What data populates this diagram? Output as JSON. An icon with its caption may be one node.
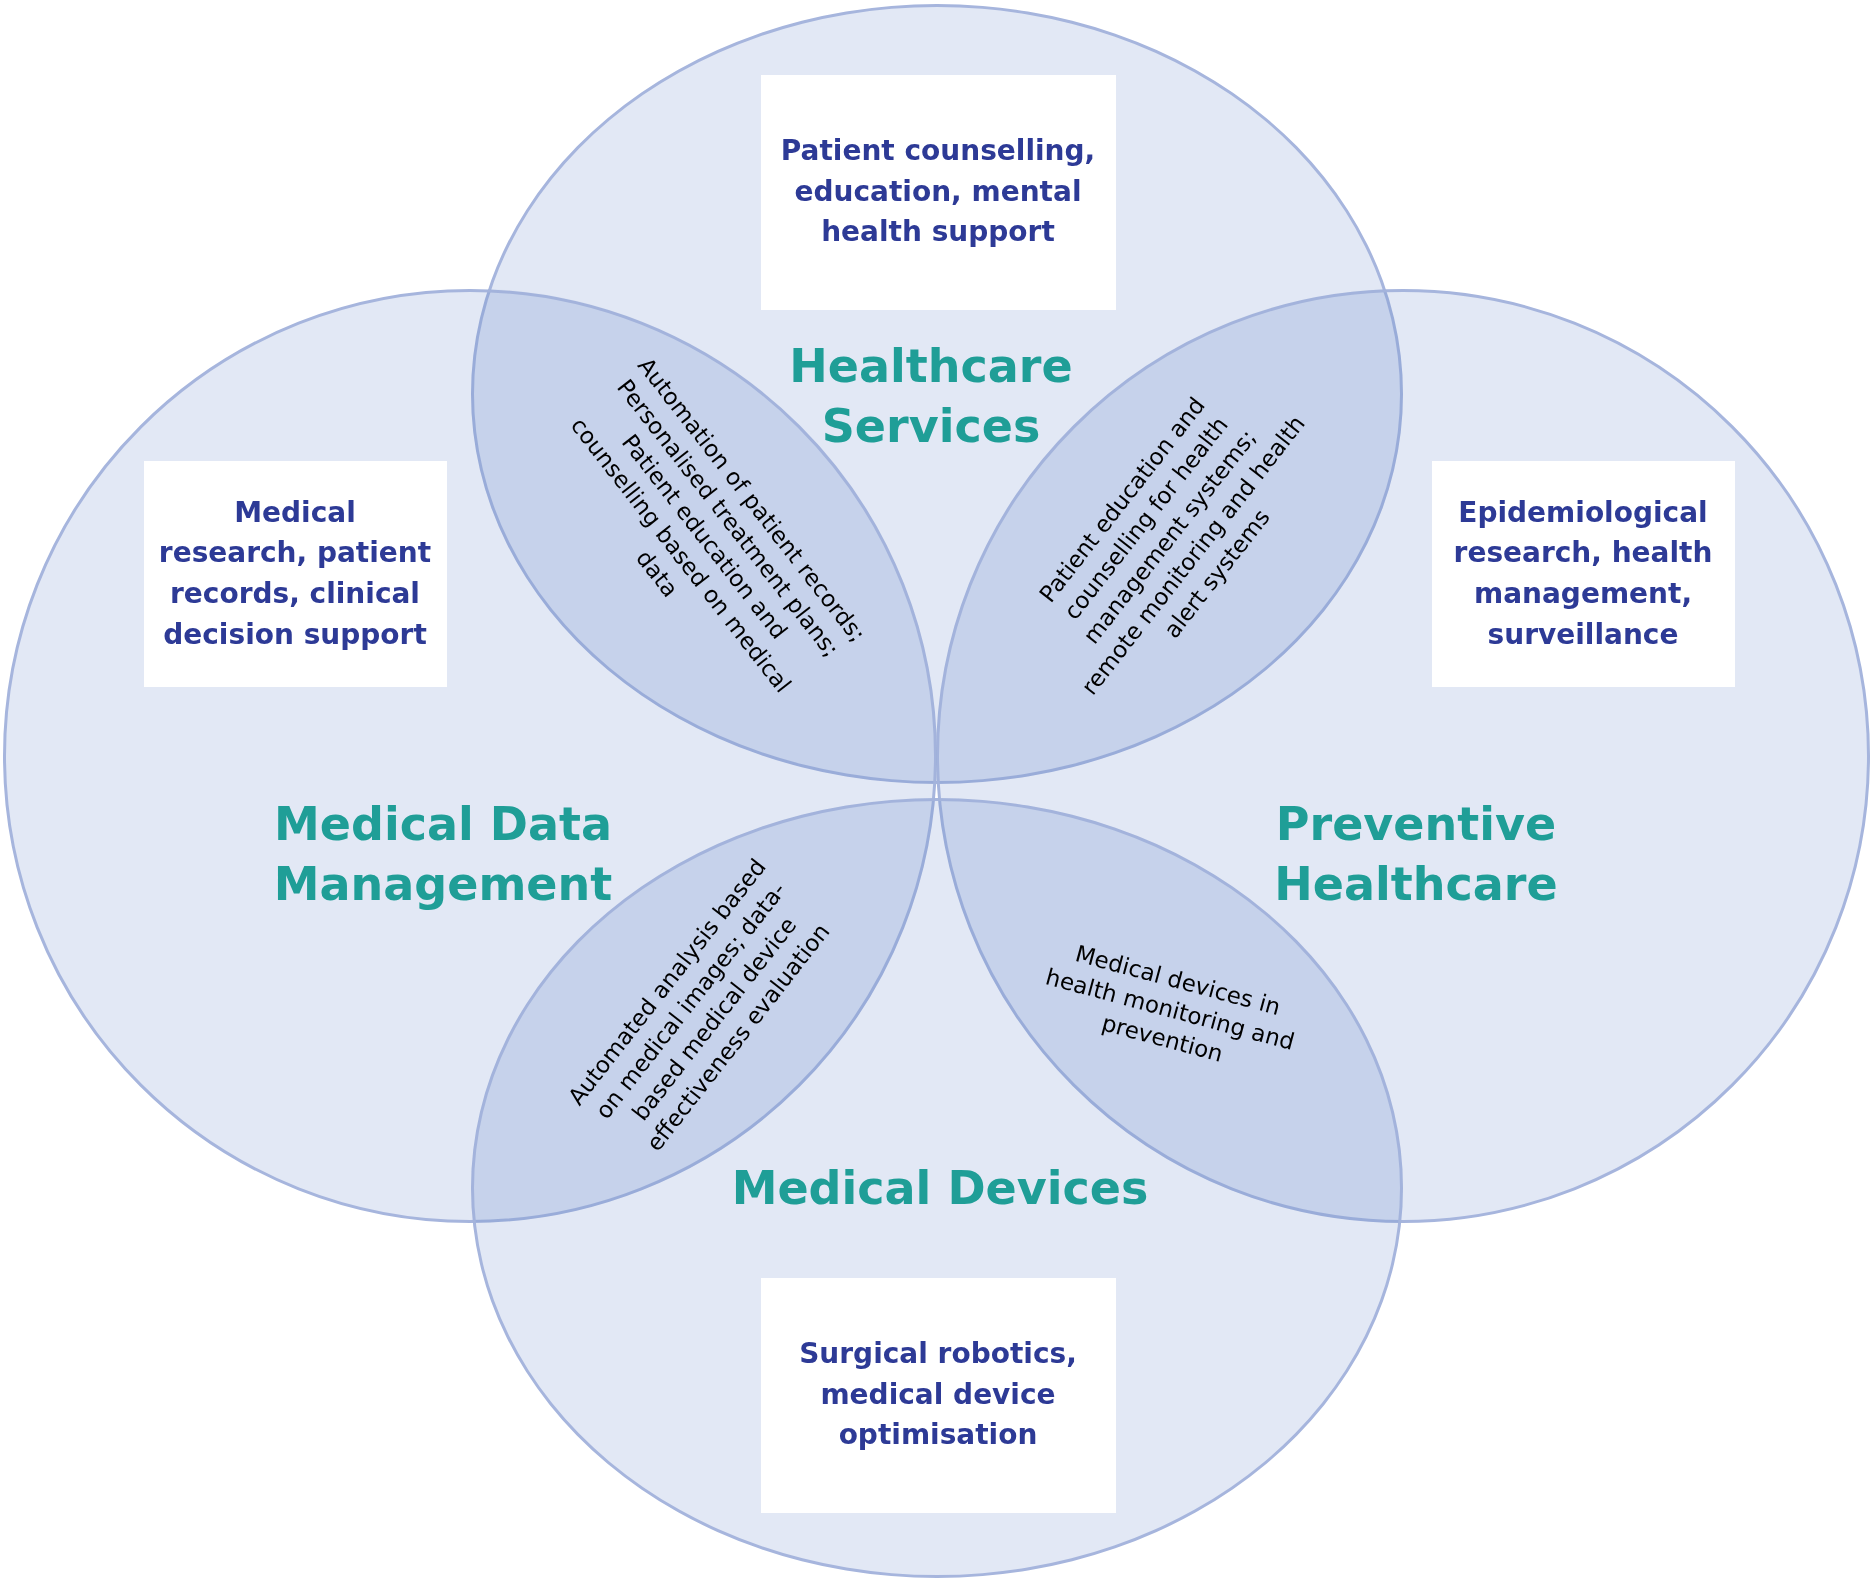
{
  "diagram": {
    "nodes": [
      {
        "text": [
          "Healthcare Services"
        ]
      },
      {
        "text": [
          "Patient counselling, education, mental health support"
        ],
        "in": 0
      },
      {
        "text": [
          "Medical Data Management"
        ]
      },
      {
        "text": [
          "Medical research, patient records, clinical decision support"
        ],
        "in": 2
      },
      {
        "text": [
          "Preventive Healthcare"
        ]
      },
      {
        "text": [
          "Epidemiological research, health management, surveillance"
        ],
        "in": 4
      },
      {
        "text": [
          "Medical Devices"
        ]
      },
      {
        "text": [
          "Surgical robotics, medical device optimisation"
        ],
        "in": 6
      },
      {
        "text": [
          "Automation of patient records; Personalised treatment plans; Patient education and counselling based on medical data"
        ]
      },
      {
        "text": [
          "Patient education and counselling for health management systems; remote monitoring and health alert systems"
        ]
      },
      {
        "text": [
          "Automated analysis based on medical images; data-based medical device effectiveness evaluation"
        ]
      },
      {
        "text": [
          "Medical devices in health monitoring and prevention"
        ]
      }
    ]
  }
}
